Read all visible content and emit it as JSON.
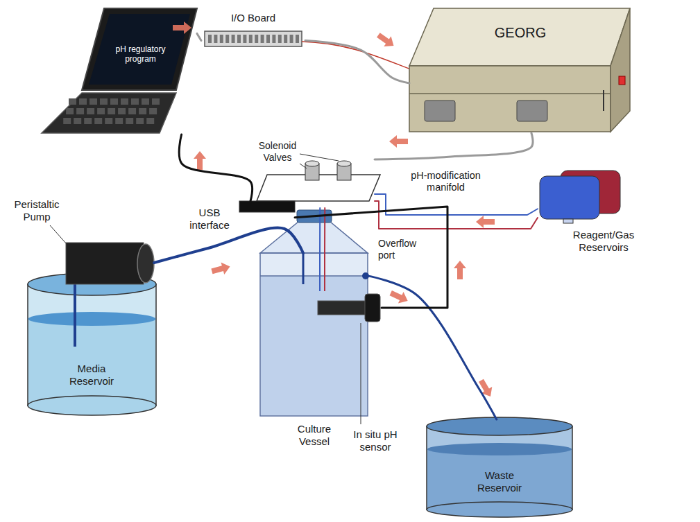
{
  "diagram": {
    "nodes": [
      {
        "text": [
          "pH regulatory program"
        ]
      },
      {
        "text": [
          "I/O Board"
        ]
      },
      {
        "text": [
          "GEORG"
        ]
      },
      {
        "text": [
          "Solenoid Valves",
          "pH-modification manifold"
        ]
      },
      {
        "text": [
          "Reagent/Gas Reservoirs"
        ]
      },
      {
        "text": [
          "Peristaltic Pump"
        ]
      },
      {
        "text": [
          "USB interface"
        ]
      },
      {
        "text": [
          "Media Reservoir"
        ]
      },
      {
        "text": [
          "Culture Vessel"
        ]
      },
      {
        "text": [
          "In situ pH sensor"
        ]
      },
      {
        "text": [
          "Waste Reservoir"
        ]
      }
    ],
    "edges": [
      {
        "from": 0,
        "to": 1,
        "arrow": "none"
      },
      {
        "from": 1,
        "to": 2,
        "arrow": "none"
      },
      {
        "from": 2,
        "to": 3,
        "arrow": "none"
      },
      {
        "from": 4,
        "to": 3,
        "arrow": "none"
      },
      {
        "from": 4,
        "to": 3,
        "arrow": "none"
      },
      {
        "from": 3,
        "to": 8,
        "arrow": "none"
      },
      {
        "from": 3,
        "to": 8,
        "arrow": "none"
      },
      {
        "from": 5,
        "to": 8,
        "arrow": "none"
      },
      {
        "from": 8,
        "to": 10,
        "arrow": "none"
      },
      {
        "from": 9,
        "to": 6,
        "arrow": "none"
      },
      {
        "from": 6,
        "to": 0,
        "arrow": "none"
      }
    ],
    "labels": [
      "Overflow port"
    ]
  }
}
